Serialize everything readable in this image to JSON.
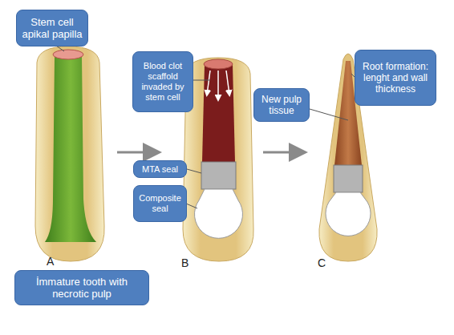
{
  "diagram": {
    "nodes": [
      {
        "text": [
          "Stem cell apikal papilla"
        ]
      },
      {
        "text": [
          "Blood clot scaffold invaded by stem cell"
        ]
      },
      {
        "text": [
          "New pulp tissue"
        ]
      },
      {
        "text": [
          "Root formation: lenght and wall thickness"
        ]
      },
      {
        "text": [
          "MTA seal"
        ]
      },
      {
        "text": [
          "Composite seal"
        ]
      },
      {
        "text": [
          "İmmature tooth with necrotic pulp"
        ]
      }
    ],
    "labels": [
      "A",
      "B",
      "C"
    ]
  }
}
